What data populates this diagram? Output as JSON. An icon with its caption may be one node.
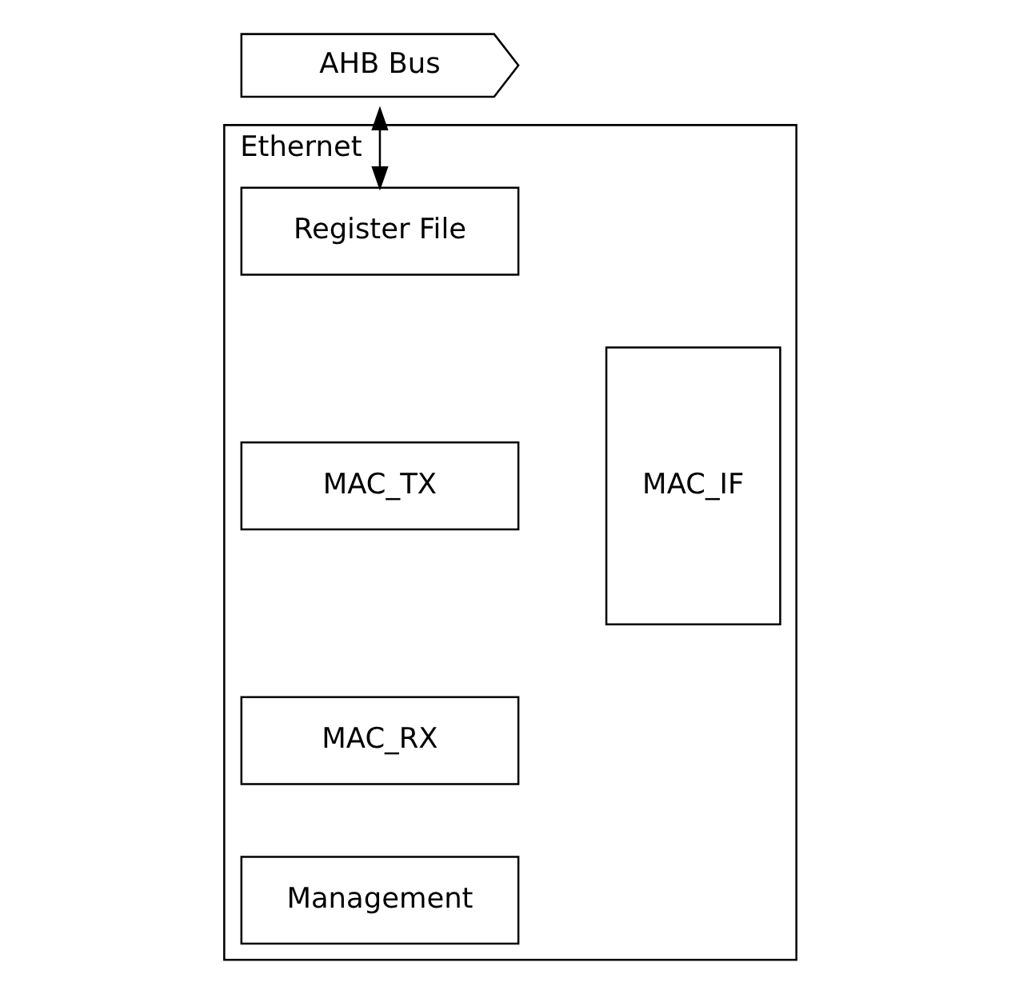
{
  "diagram": {
    "nodes": [
      {
        "text": [
          "AHB Bus"
        ]
      },
      {
        "text": [
          "Ethernet"
        ]
      },
      {
        "text": [
          "Register File"
        ],
        "in": 1
      },
      {
        "text": [
          "MAC_TX"
        ],
        "in": 1
      },
      {
        "text": [
          "MAC_RX"
        ],
        "in": 1
      },
      {
        "text": [
          "MAC_IF"
        ],
        "in": 1
      },
      {
        "text": [
          "Management"
        ],
        "in": 1
      }
    ],
    "edges": [
      {
        "from": 0,
        "to": 2,
        "arrow": "both"
      }
    ]
  }
}
